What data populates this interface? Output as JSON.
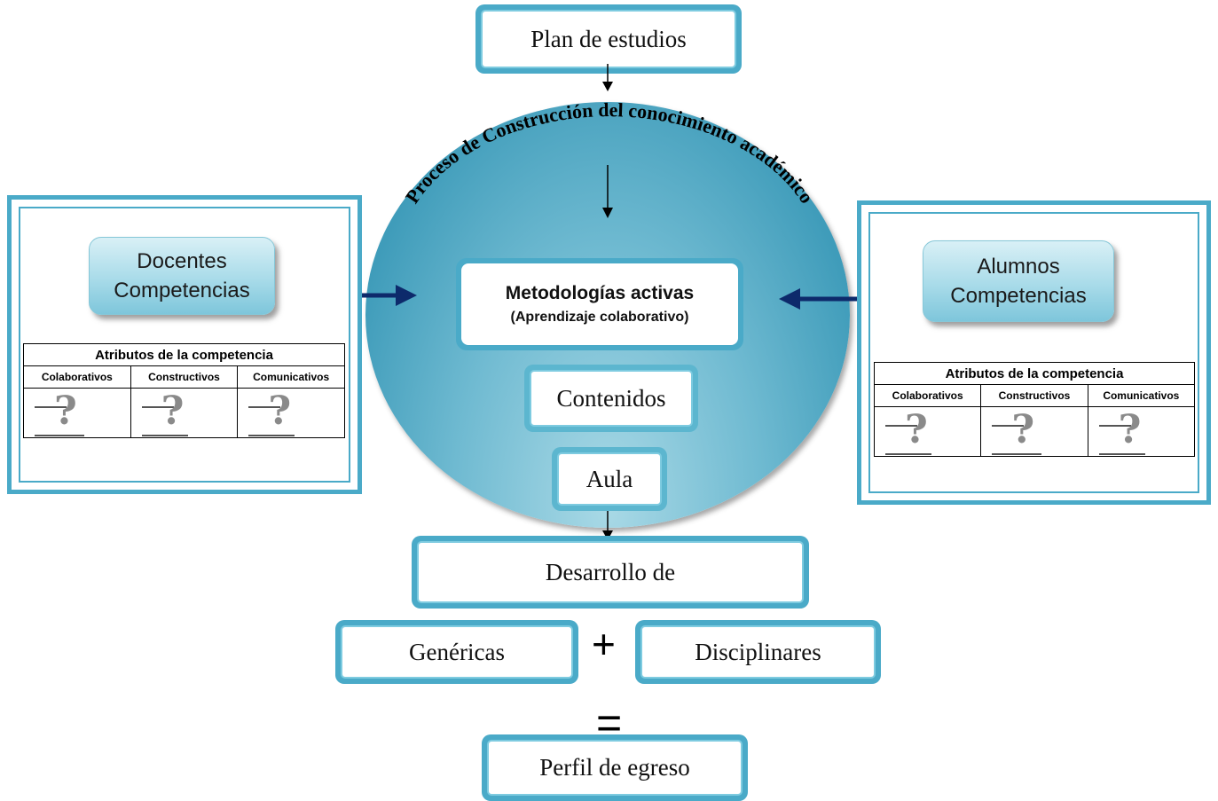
{
  "plan": "Plan de estudios",
  "circle_title": "Proceso de Construcción del conocimiento académico",
  "metodologias": {
    "line1": "Metodologías activas",
    "line2": "(Aprendizaje colaborativo)"
  },
  "contenidos": "Contenidos",
  "aula": "Aula",
  "desarrollo": "Desarrollo de",
  "genericas": "Genéricas",
  "plus": "+",
  "disciplinares": "Disciplinares",
  "equals": "=",
  "perfil": "Perfil de egreso",
  "docentes": {
    "line1": "Docentes",
    "line2": "Competencias"
  },
  "alumnos": {
    "line1": "Alumnos",
    "line2": "Competencias"
  },
  "table": {
    "title": "Atributos de la competencia",
    "columns": [
      "Colaborativos",
      "Constructivos",
      "Comunicativos"
    ],
    "mark": "?"
  },
  "colors": {
    "teal": "#4aaac8",
    "arrow": "#0d2a6b"
  }
}
